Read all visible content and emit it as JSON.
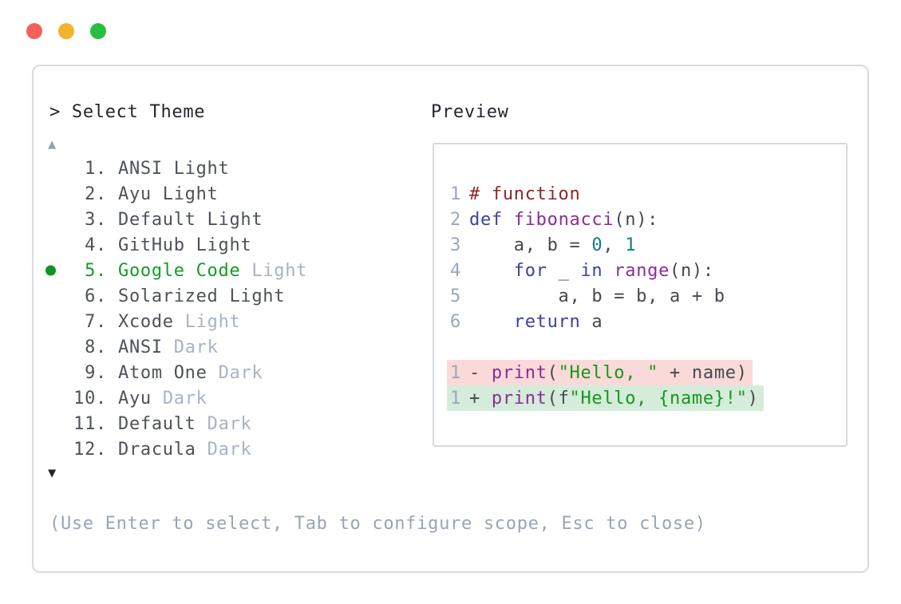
{
  "window": {
    "controls": [
      {
        "name": "close",
        "color": "#f4615c"
      },
      {
        "name": "minimize",
        "color": "#f3b32e"
      },
      {
        "name": "maximize",
        "color": "#27bf40"
      }
    ]
  },
  "selector": {
    "prompt": "> Select Theme",
    "scroll_up_symbol": "▲",
    "scroll_down_symbol": "▼",
    "hint": "(Use Enter to select, Tab to configure scope, Esc to close)",
    "items": [
      {
        "number": "1.",
        "name": "ANSI Light",
        "suffix": "",
        "selected": false
      },
      {
        "number": "2.",
        "name": "Ayu Light",
        "suffix": "",
        "selected": false
      },
      {
        "number": "3.",
        "name": "Default Light",
        "suffix": "",
        "selected": false
      },
      {
        "number": "4.",
        "name": "GitHub Light",
        "suffix": "",
        "selected": false
      },
      {
        "number": "5.",
        "name": "Google Code",
        "suffix": "Light",
        "selected": true
      },
      {
        "number": "6.",
        "name": "Solarized Light",
        "suffix": "",
        "selected": false
      },
      {
        "number": "7.",
        "name": "Xcode",
        "suffix": "Light",
        "selected": false
      },
      {
        "number": "8.",
        "name": "ANSI",
        "suffix": "Dark",
        "selected": false
      },
      {
        "number": "9.",
        "name": "Atom One",
        "suffix": "Dark",
        "selected": false
      },
      {
        "number": "10.",
        "name": "Ayu",
        "suffix": "Dark",
        "selected": false
      },
      {
        "number": "11.",
        "name": "Default",
        "suffix": "Dark",
        "selected": false
      },
      {
        "number": "12.",
        "name": "Dracula",
        "suffix": "Dark",
        "selected": false
      }
    ]
  },
  "preview": {
    "title": "Preview",
    "lines": [
      {
        "num": "1",
        "diff": null,
        "tokens": [
          {
            "t": "# function",
            "c": "comment"
          }
        ]
      },
      {
        "num": "2",
        "diff": null,
        "tokens": [
          {
            "t": "def",
            "c": "keyword"
          },
          {
            "t": " ",
            "c": "plain"
          },
          {
            "t": "fibonacci",
            "c": "title"
          },
          {
            "t": "(n):",
            "c": "plain"
          }
        ]
      },
      {
        "num": "3",
        "diff": null,
        "tokens": [
          {
            "t": "    a, b = ",
            "c": "plain"
          },
          {
            "t": "0",
            "c": "number"
          },
          {
            "t": ", ",
            "c": "plain"
          },
          {
            "t": "1",
            "c": "number"
          }
        ]
      },
      {
        "num": "4",
        "diff": null,
        "tokens": [
          {
            "t": "    ",
            "c": "plain"
          },
          {
            "t": "for",
            "c": "keyword"
          },
          {
            "t": " _ ",
            "c": "plain"
          },
          {
            "t": "in",
            "c": "keyword"
          },
          {
            "t": " ",
            "c": "plain"
          },
          {
            "t": "range",
            "c": "title"
          },
          {
            "t": "(n):",
            "c": "plain"
          }
        ]
      },
      {
        "num": "5",
        "diff": null,
        "tokens": [
          {
            "t": "        a, b = b, a + b",
            "c": "plain"
          }
        ]
      },
      {
        "num": "6",
        "diff": null,
        "tokens": [
          {
            "t": "    ",
            "c": "plain"
          },
          {
            "t": "return",
            "c": "keyword"
          },
          {
            "t": " a",
            "c": "plain"
          }
        ]
      },
      {
        "num": "",
        "diff": null,
        "tokens": []
      },
      {
        "num": "1",
        "diff": "removed",
        "tokens": [
          {
            "t": "- ",
            "c": "plain"
          },
          {
            "t": "print",
            "c": "title"
          },
          {
            "t": "(",
            "c": "plain"
          },
          {
            "t": "\"Hello, \"",
            "c": "string"
          },
          {
            "t": " + name)",
            "c": "plain"
          }
        ]
      },
      {
        "num": "1",
        "diff": "added",
        "tokens": [
          {
            "t": "+ ",
            "c": "plain"
          },
          {
            "t": "print",
            "c": "title"
          },
          {
            "t": "(f",
            "c": "plain"
          },
          {
            "t": "\"Hello, {name}!\"",
            "c": "string"
          },
          {
            "t": ")",
            "c": "plain"
          }
        ]
      }
    ]
  },
  "colors": {
    "text_strong": "#22262d",
    "text_primary": "#4d525a",
    "text_muted": "#a9b2c4",
    "hint": "#9aa4b6",
    "scroll_up": "#96a1b4",
    "scroll_down": "#23262c",
    "selected": "#189a28",
    "selected_dot": "#0f9422",
    "comment": "#8e2727",
    "keyword": "#3a42a2",
    "title": "#8a2d98",
    "number": "#117b86",
    "string": "#17951f",
    "plain": "#45494f",
    "linenum": "#9ca7ba",
    "removed_bg": "#fadad8",
    "added_bg": "#d4ecd9"
  }
}
